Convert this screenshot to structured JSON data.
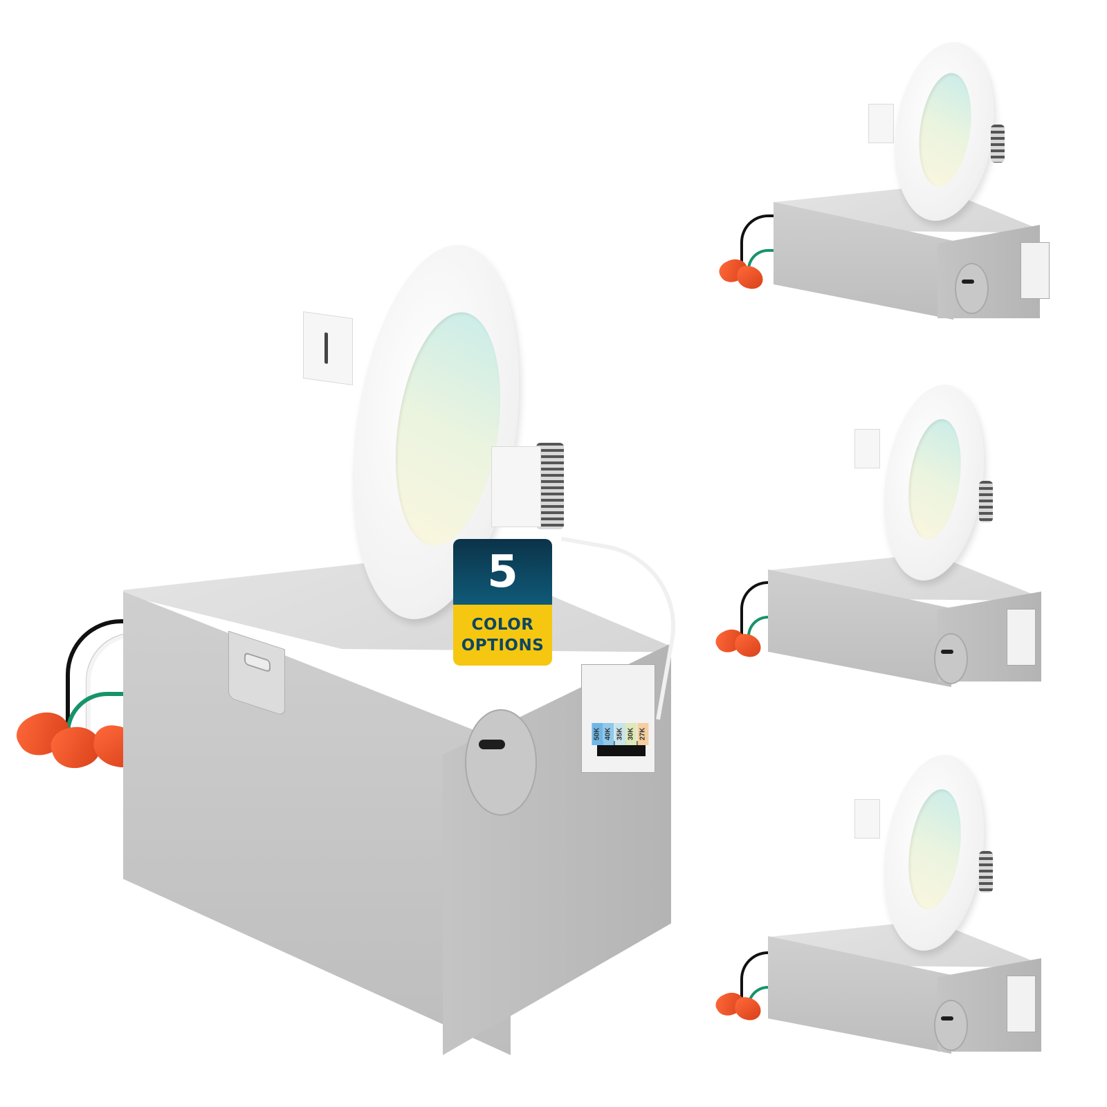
{
  "product_image": {
    "description": "Slim recessed LED downlight with junction box, 4-pack",
    "unit_count": 4
  },
  "badge": {
    "number": "5",
    "line1": "COLOR",
    "line2": "OPTIONS",
    "colors": {
      "top": "#0b3349",
      "top_gradient_end": "#0f5a78",
      "bottom": "#f5c710",
      "text_dark": "#0d4660",
      "text_light": "#ffffff"
    }
  },
  "cct_selector": {
    "labels": [
      "50K",
      "40K",
      "35K",
      "30K",
      "27K"
    ],
    "colors": [
      "#6fb6e6",
      "#8fc9ec",
      "#c9e3ea",
      "#dfe8b8",
      "#f5cfa0"
    ]
  },
  "wires": {
    "colors": {
      "hot": "#111111",
      "neutral": "#f4f4f4",
      "ground": "#17936b",
      "wire_nut": "#ef5528"
    }
  }
}
